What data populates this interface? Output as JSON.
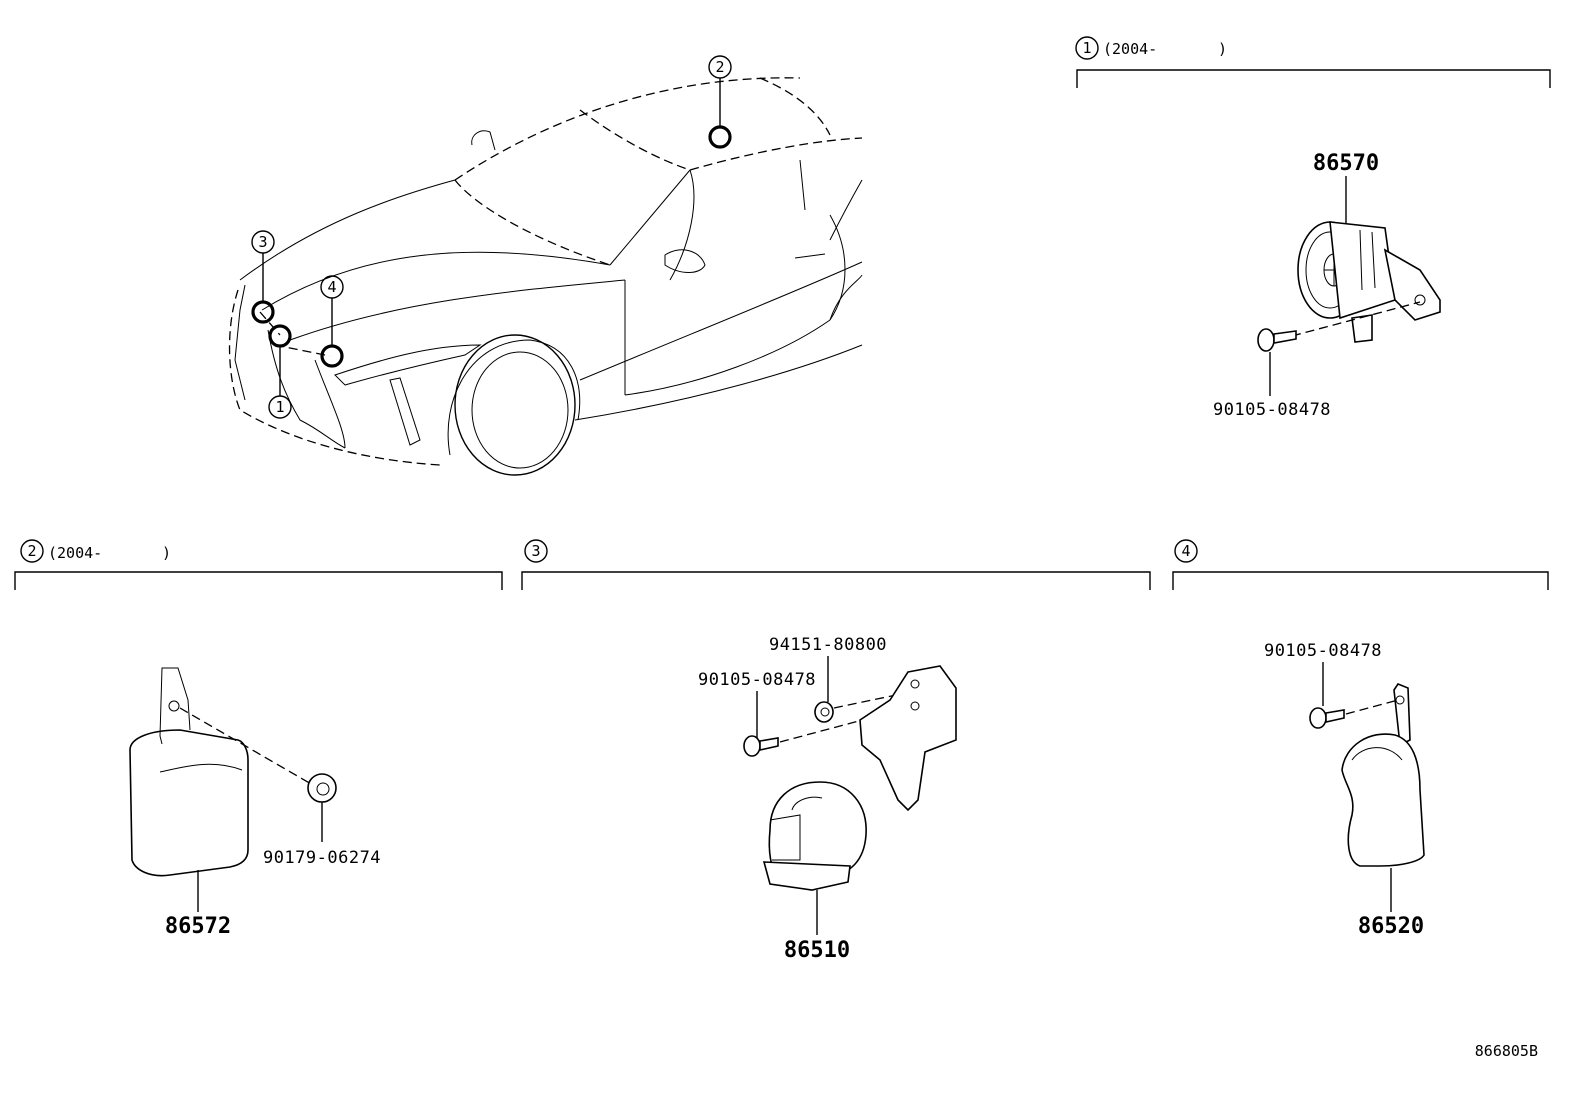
{
  "section_1": {
    "ref": "1",
    "note": "(2004-",
    "close": ")"
  },
  "section_2": {
    "ref": "2",
    "note": "(2004-",
    "close": ")"
  },
  "section_3": {
    "ref": "3"
  },
  "section_4": {
    "ref": "4"
  },
  "car_callouts": [
    "2",
    "3",
    "4",
    "1"
  ],
  "parts": {
    "p86570": "86570",
    "p86570_bolt": "90105-08478",
    "p86572": "86572",
    "p86572_nut": "90179-06274",
    "p86510": "86510",
    "p86510_bolt": "90105-08478",
    "p86510_nut": "94151-80800",
    "p86520": "86520",
    "p86520_bolt": "90105-08478"
  },
  "diagram_id": "866805B"
}
